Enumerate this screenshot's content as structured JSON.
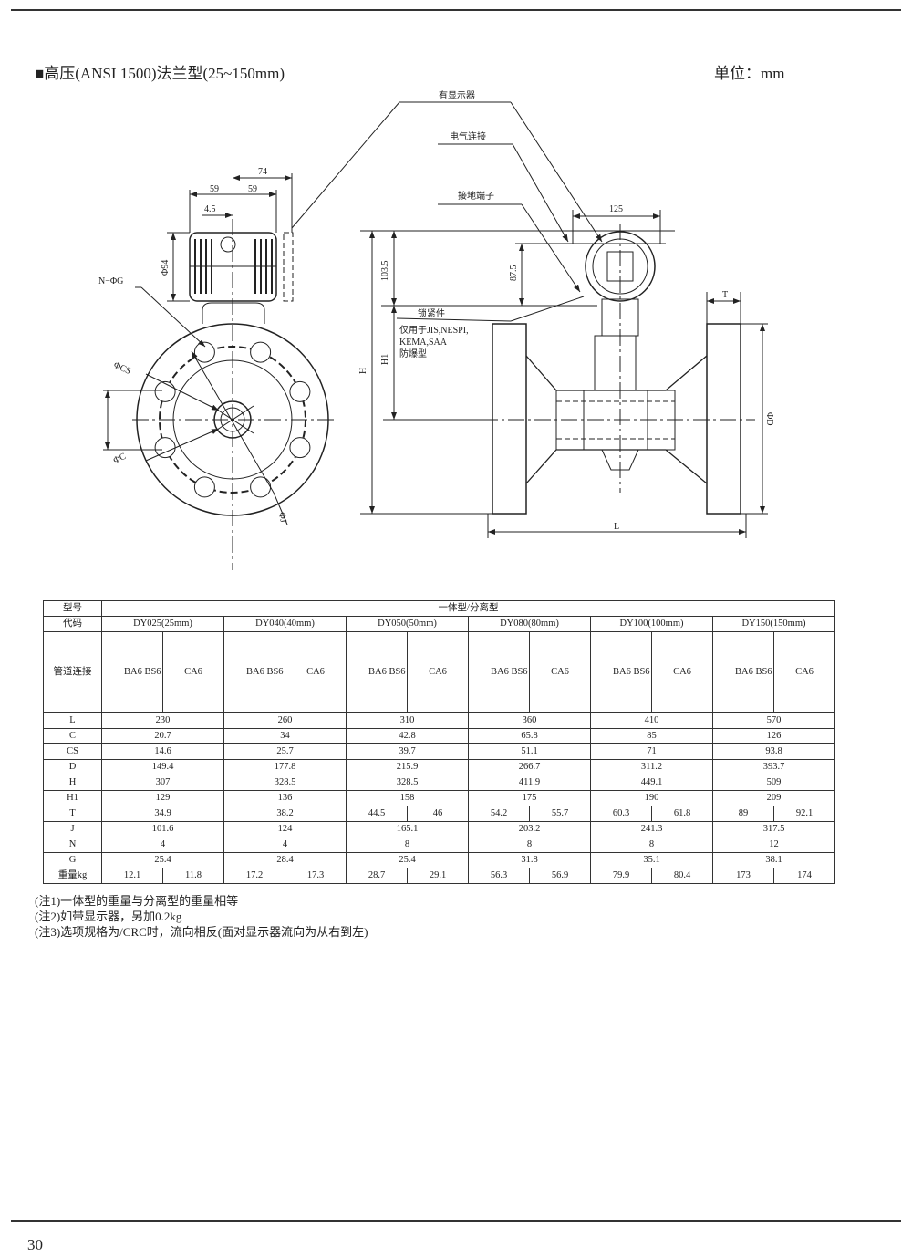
{
  "header": {
    "title": "■高压(ANSI 1500)法兰型(25~150mm)",
    "unit": "单位：mm"
  },
  "drawing": {
    "labels": {
      "display": "有显示器",
      "electrical": "电气连接",
      "ground": "接地端子",
      "lock": "锁紧件",
      "only_for": "仅用于JIS,NESPI,",
      "kema": "KEMA,SAA",
      "explosion": "防爆型"
    },
    "dims": {
      "d74": "74",
      "d59a": "59",
      "d59b": "59",
      "d4_5": "4.5",
      "phi94": "Φ94",
      "nphig": "N−ΦG",
      "phics": "ΦCS",
      "phic": "ΦC",
      "phij": "ΦJ",
      "d125": "125",
      "d103_5": "103.5",
      "d87_5": "87.5",
      "H": "H",
      "H1": "H1",
      "T": "T",
      "phid": "ΦD",
      "L": "L"
    }
  },
  "table": {
    "model_label": "型号",
    "model_value": "一体型/分离型",
    "code_label": "代码",
    "codes": [
      "DY025(25mm)",
      "DY040(40mm)",
      "DY050(50mm)",
      "DY080(80mm)",
      "DY100(100mm)",
      "DY150(150mm)"
    ],
    "pipe_label": "管道连接",
    "pipe_a": "BA6 BS6",
    "pipe_b": "CA6",
    "rows": [
      {
        "label": "L",
        "values": [
          "230",
          "260",
          "310",
          "360",
          "410",
          "570"
        ]
      },
      {
        "label": "C",
        "values": [
          "20.7",
          "34",
          "42.8",
          "65.8",
          "85",
          "126"
        ]
      },
      {
        "label": "CS",
        "values": [
          "14.6",
          "25.7",
          "39.7",
          "51.1",
          "71",
          "93.8"
        ]
      },
      {
        "label": "D",
        "values": [
          "149.4",
          "177.8",
          "215.9",
          "266.7",
          "311.2",
          "393.7"
        ]
      },
      {
        "label": "H",
        "values": [
          "307",
          "328.5",
          "328.5",
          "411.9",
          "449.1",
          "509"
        ]
      },
      {
        "label": "H1",
        "values": [
          "129",
          "136",
          "158",
          "175",
          "190",
          "209"
        ]
      },
      {
        "label": "T",
        "values": [
          "34.9",
          "38.2",
          [
            "44.5",
            "46"
          ],
          [
            "54.2",
            "55.7"
          ],
          [
            "60.3",
            "61.8"
          ],
          [
            "89",
            "92.1"
          ]
        ]
      },
      {
        "label": "J",
        "values": [
          "101.6",
          "124",
          "165.1",
          "203.2",
          "241.3",
          "317.5"
        ]
      },
      {
        "label": "N",
        "values": [
          "4",
          "4",
          "8",
          "8",
          "8",
          "12"
        ]
      },
      {
        "label": "G",
        "values": [
          "25.4",
          "28.4",
          "25.4",
          "31.8",
          "35.1",
          "38.1"
        ]
      },
      {
        "label": "重量kg",
        "values": [
          [
            "12.1",
            "11.8"
          ],
          [
            "17.2",
            "17.3"
          ],
          [
            "28.7",
            "29.1"
          ],
          [
            "56.3",
            "56.9"
          ],
          [
            "79.9",
            "80.4"
          ],
          [
            "173",
            "174"
          ]
        ]
      }
    ]
  },
  "notes": [
    "(注1)一体型的重量与分离型的重量相等",
    "(注2)如带显示器，另加0.2kg",
    "(注3)选项规格为/CRC时，流向相反(面对显示器流向为从右到左)"
  ],
  "page_number": "30"
}
